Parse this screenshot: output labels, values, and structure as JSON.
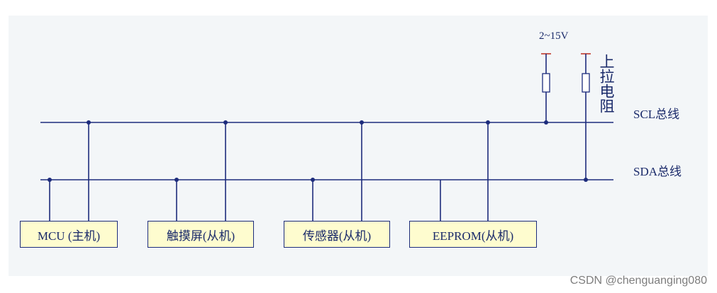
{
  "supply_voltage": "2~15V",
  "pullup_label": "上拉电阻",
  "buses": {
    "scl": "SCL总线",
    "sda": "SDA总线"
  },
  "devices": [
    {
      "label": "MCU (主机)"
    },
    {
      "label": "触摸屏(从机)"
    },
    {
      "label": "传感器(从机)"
    },
    {
      "label": "EEPROM(从机)"
    }
  ],
  "watermark": "CSDN @chenguanging080",
  "colors": {
    "wire": "#1d2c7c",
    "text": "#1a2a6a",
    "device_fill": "#fefccf",
    "supply_cap": "#c0392b",
    "background": "#f3f6f8"
  }
}
